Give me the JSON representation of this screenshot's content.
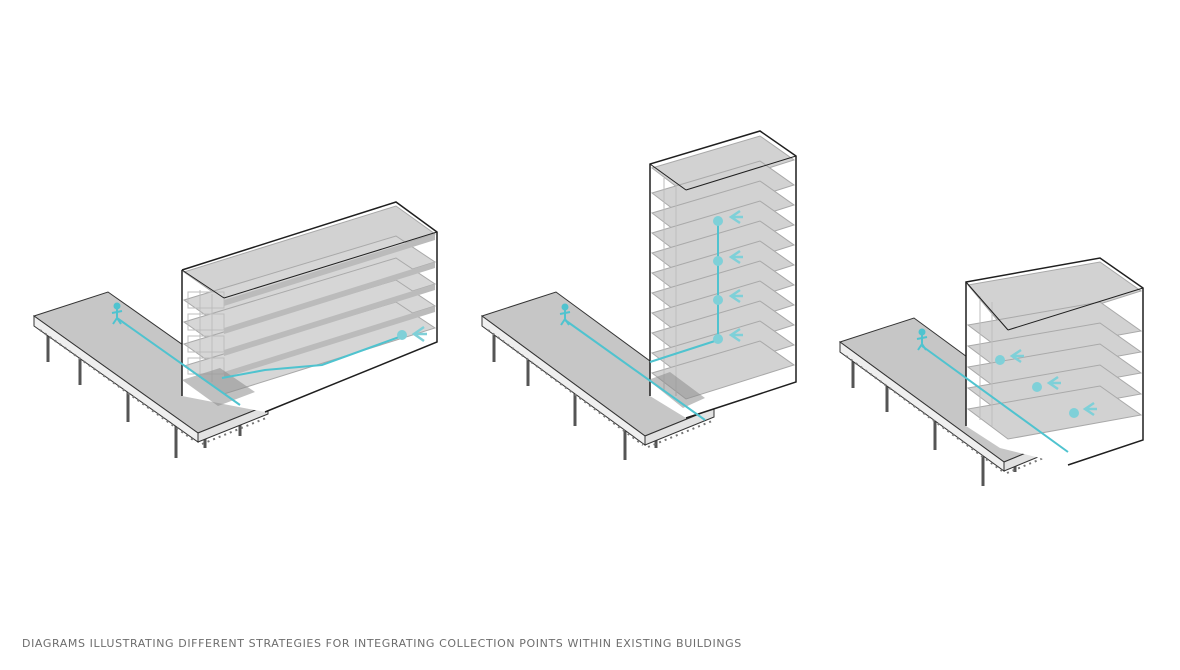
{
  "caption": "DIAGRAMS ILLUSTRATING DIFFERENT STRATEGIES FOR INTEGRATING COLLECTION POINTS WITHIN EXISTING BUILDINGS",
  "colors": {
    "background": "#ffffff",
    "platform_top": "#c6c6c6",
    "platform_side": "#eeeeee",
    "building_outline": "#1f1f1f",
    "floor_slab": "#d2d2d2",
    "floor_edge": "#a9a9a9",
    "network_line": "#4fc3cf",
    "collection_point": "#7fd0d8",
    "caption": "#6d6d6d"
  },
  "diagrams": [
    {
      "name": "low-wide-building-diagram",
      "building_floors": 5,
      "collection_points": 1,
      "route": "via-platform-underpass"
    },
    {
      "name": "tower-building-diagram",
      "building_floors": 10,
      "collection_points": 4,
      "route": "vertical-riser"
    },
    {
      "name": "mid-building-diagram",
      "building_floors": 5,
      "collection_points": 3,
      "route": "direct-facade-connection"
    }
  ]
}
